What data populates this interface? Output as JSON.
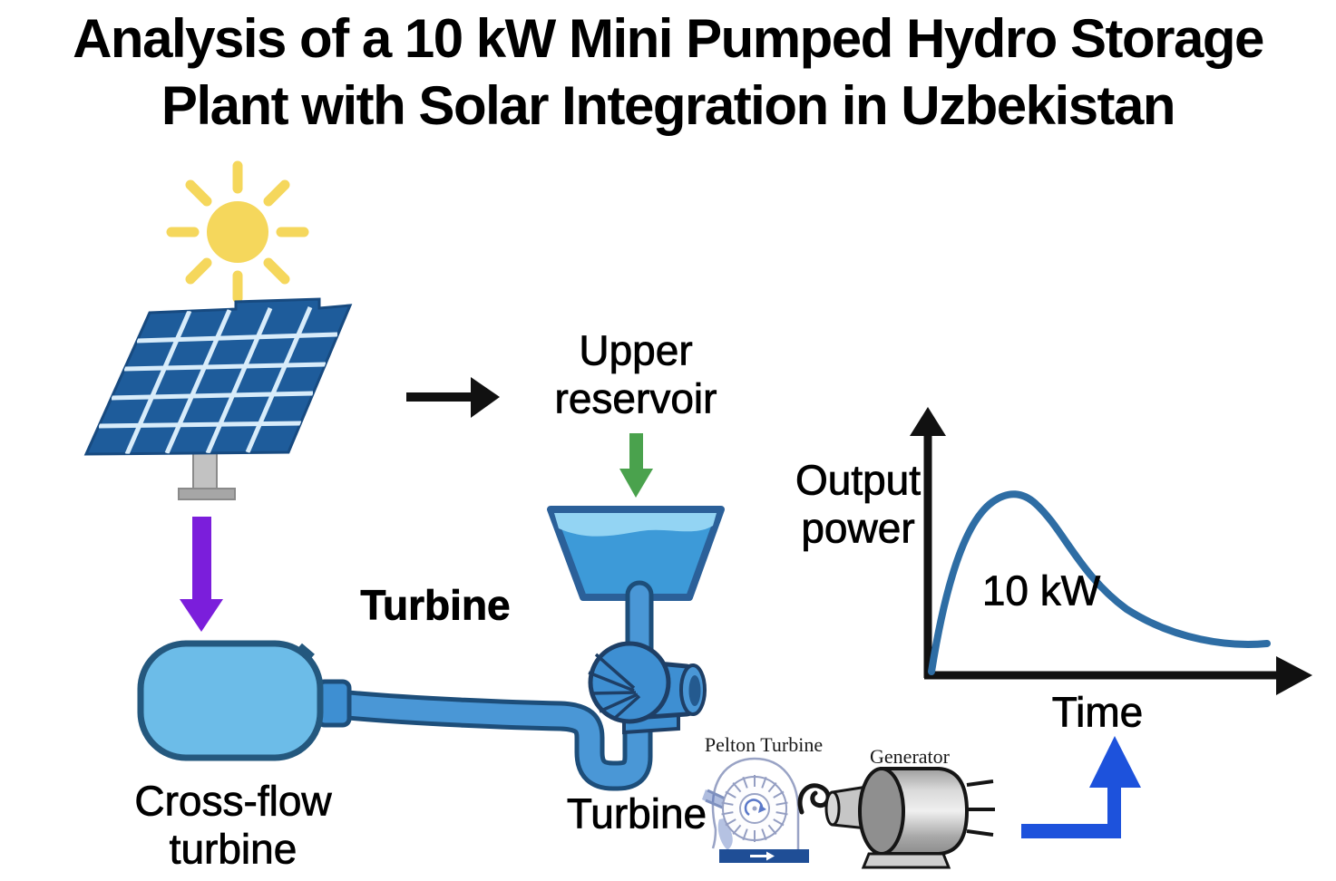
{
  "title": {
    "line1": "Analysis of a 10 kW Mini Pumped Hydro Storage",
    "line2": "Plant with Solar Integration in Uzbekistan"
  },
  "labels": {
    "upper_reservoir": {
      "line1": "Upper",
      "line2": "reservoir"
    },
    "turbine_main": "Turbine",
    "cross_flow": {
      "line1": "Cross-flow",
      "line2": "turbine"
    },
    "turbine_lower": "Turbine",
    "pelton": "Pelton Turbine",
    "generator": "Generator"
  },
  "chart": {
    "ylabel": {
      "line1": "Output",
      "line2": "power"
    },
    "xlabel": "Time",
    "annotation": "10 kW"
  },
  "chart_data": {
    "type": "line",
    "title": "Output power vs Time (qualitative sketch)",
    "xlabel": "Time",
    "ylabel": "Output power",
    "annotation": "10 kW",
    "legend": false,
    "grid": false,
    "x_range_normalized": [
      0,
      1
    ],
    "y_range_normalized": [
      0,
      1
    ],
    "series": [
      {
        "name": "Output power",
        "points_normalized": [
          [
            0,
            0
          ],
          [
            0.07,
            0.35
          ],
          [
            0.14,
            0.72
          ],
          [
            0.21,
            0.93
          ],
          [
            0.28,
            1.0
          ],
          [
            0.35,
            0.93
          ],
          [
            0.45,
            0.72
          ],
          [
            0.55,
            0.5
          ],
          [
            0.65,
            0.33
          ],
          [
            0.75,
            0.22
          ],
          [
            0.87,
            0.14
          ],
          [
            1.0,
            0.1
          ]
        ]
      }
    ]
  },
  "icons": {
    "sun_icon": "yellow sun disc with 8 rays",
    "solar_panel_icon": "tilted blue photovoltaic panel with grid on gray stand",
    "black_arrow_icon": "black right arrow (panel to upper reservoir)",
    "green_arrow_icon": "green down arrow (into reservoir)",
    "purple_arrow_icon": "purple down arrow (panel to cross-flow turbine)",
    "reservoir_icon": "blue trapezoid water basin",
    "pipe_icon": "blue penstock pipes",
    "turbine_unit_icon": "blue volute turbine with outlet nozzle",
    "crossflow_turbine_icon": "light blue capsule body with nozzle",
    "pelton_figure_icon": "grayscale pelton wheel sketch with jet and blue base bar",
    "generator_figure_icon": "gray cylindrical generator with shaft, hook and three terminals",
    "blue_elbow_arrow_icon": "blue elbow arrow pointing up to Time axis"
  },
  "colors": {
    "sun": "#F5D75C",
    "panel": "#1E5C9B",
    "panel_grid": "#D8ECFA",
    "panel_stand": "#BFBFBF",
    "reservoir_water": "#3D9AD8",
    "reservoir_surface": "#93D4F3",
    "reservoir_rim": "#2B6099",
    "pipe_fill": "#4A97D6",
    "pipe_outline": "#1D4E7A",
    "crossflow_body": "#6CBCE8",
    "crossflow_outline": "#24587E",
    "arrow_black": "#111111",
    "arrow_green": "#4AA24D",
    "arrow_purple": "#7B1EDB",
    "arrow_blue": "#1D52DC",
    "curve_blue": "#2E6DA4",
    "pelton_sketch": "#99A3C5",
    "pelton_bar": "#1F4E96",
    "generator_gray": "#C6C6C6"
  }
}
